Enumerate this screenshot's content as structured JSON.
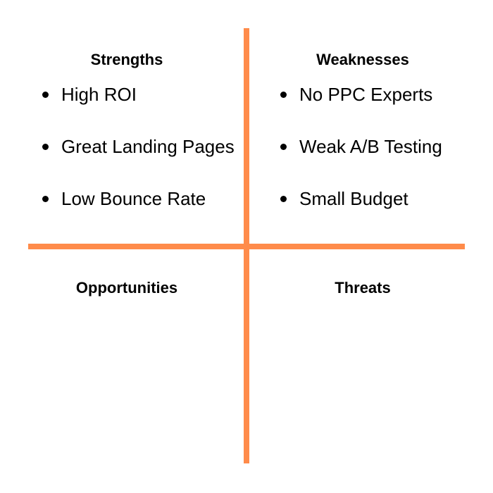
{
  "colors": {
    "divider": "#ff8b4a",
    "text": "#000000"
  },
  "quadrants": {
    "strengths": {
      "title": "Strengths",
      "items": [
        "High ROI",
        "Great Landing Pages",
        "Low Bounce Rate"
      ]
    },
    "weaknesses": {
      "title": "Weaknesses",
      "items": [
        "No PPC Experts",
        "Weak A/B Testing",
        "Small Budget"
      ]
    },
    "opportunities": {
      "title": "Opportunities",
      "items": []
    },
    "threats": {
      "title": "Threats",
      "items": []
    }
  }
}
